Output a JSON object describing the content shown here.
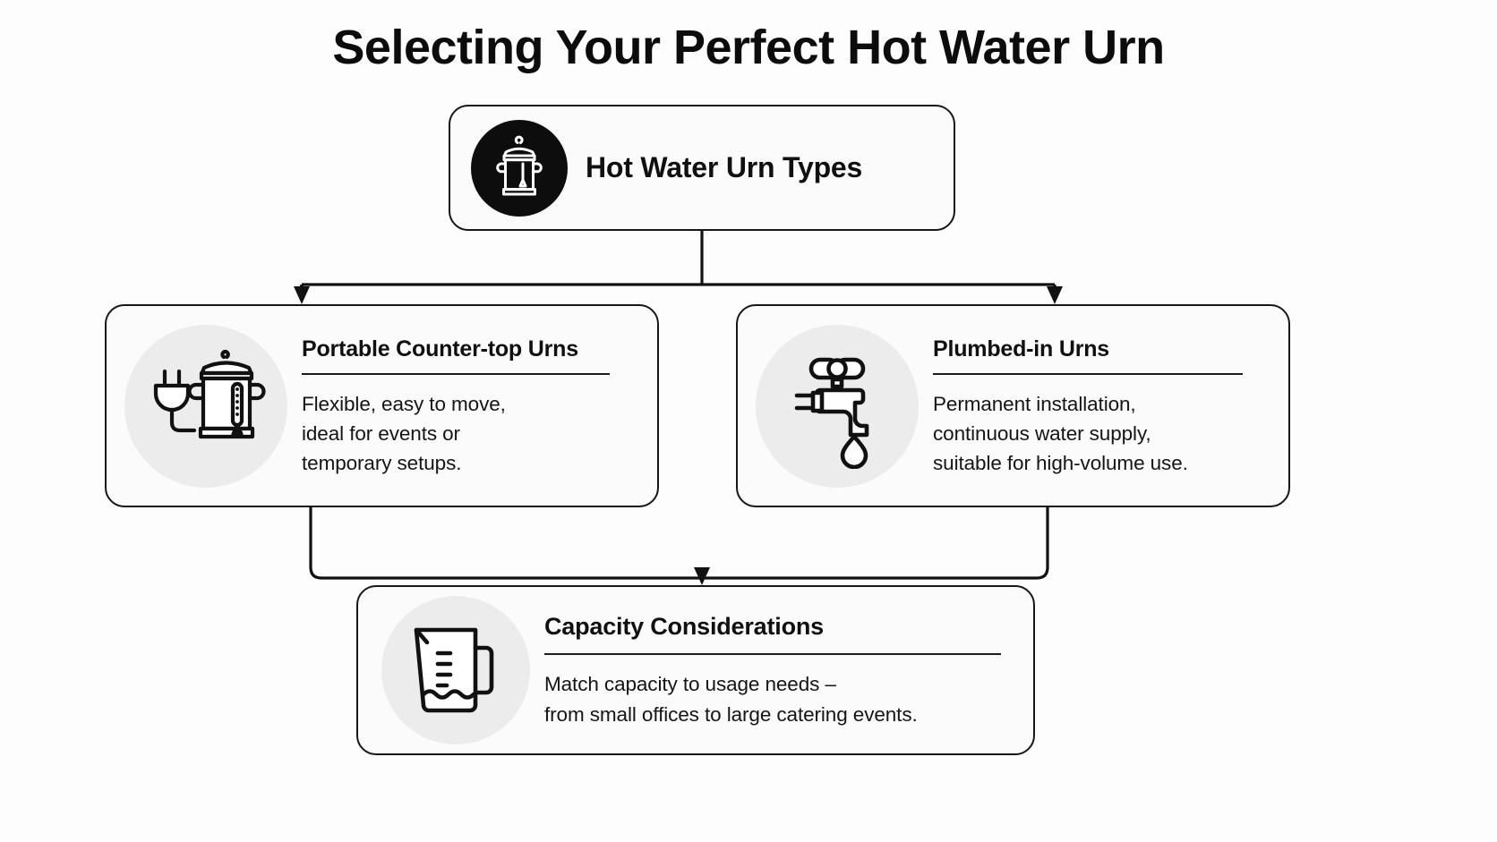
{
  "page": {
    "title": "Selecting Your Perfect Hot Water Urn",
    "background_color": "#fdfdfd",
    "ink_color": "#121212"
  },
  "diagram": {
    "type": "flowchart",
    "orientation": "top-down",
    "root": {
      "label": "Hot Water Urn Types",
      "icon": "hot-water-urn-icon",
      "badge_style": "solid-dark-circle",
      "badge_color": "#0d0d0d"
    },
    "branches": [
      {
        "id": "portable",
        "heading": "Portable Counter-top Urns",
        "body": "Flexible, easy to move,\nideal for events or\ntemporary setups.",
        "icon": "urn-with-plug-icon",
        "icon_circle_color": "#ececec"
      },
      {
        "id": "plumbed",
        "heading": "Plumbed-in Urns",
        "body": "Permanent installation,\ncontinuous water supply,\nsuitable for high-volume use.",
        "icon": "faucet-with-droplet-icon",
        "icon_circle_color": "#ececec"
      }
    ],
    "merge_node": {
      "id": "capacity",
      "heading": "Capacity Considerations",
      "body": "Match capacity to usage needs –\nfrom small offices to large catering events.",
      "icon": "measuring-jug-icon",
      "icon_circle_color": "#ececec"
    }
  }
}
